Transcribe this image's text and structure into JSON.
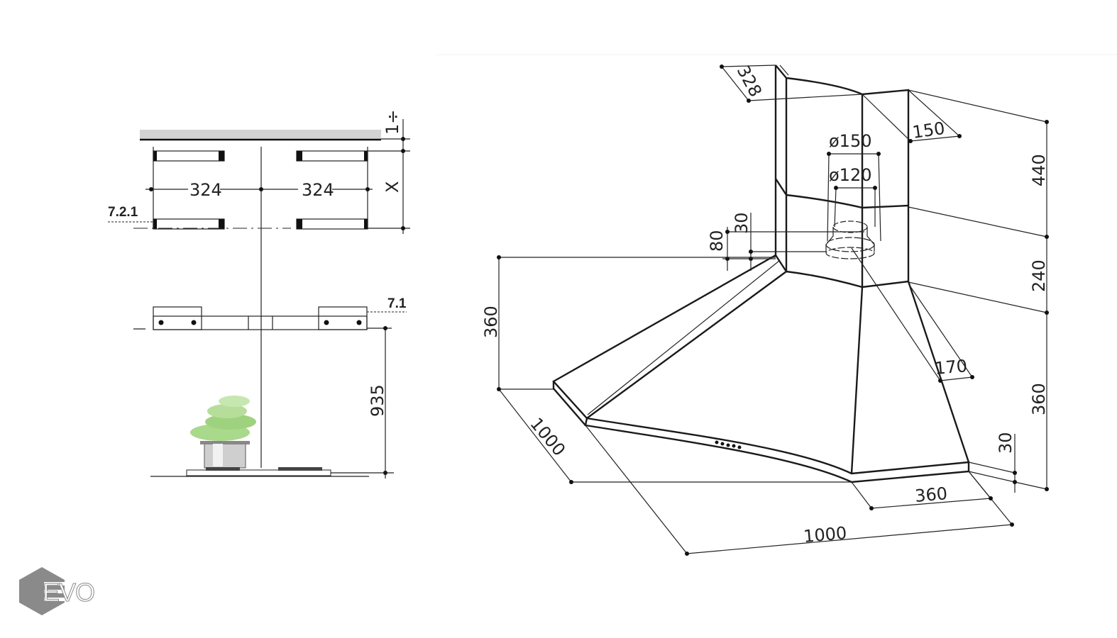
{
  "left_view": {
    "gap_label": "1÷",
    "width_left": "324",
    "width_right": "324",
    "distance_x": "X",
    "ref_bracket": "7.2.1",
    "ref_hood": "7.1",
    "height_above_hob": "935"
  },
  "hood_view": {
    "chimney_depth": "328",
    "chimney_side": "150",
    "outlet_outer": "ø150",
    "outlet_inner": "ø120",
    "outlet_height_30": "30",
    "outlet_height_80": "80",
    "canopy_height_left": "360",
    "chimney_upper": "440",
    "chimney_lower": "240",
    "chimney_offset": "170",
    "canopy_height_right": "360",
    "rim_height": "30",
    "front_width": "360",
    "side_width_left": "1000",
    "side_width_bottom": "1000"
  },
  "logo": {
    "text": "EVO",
    "color": "#8a8a8a"
  }
}
